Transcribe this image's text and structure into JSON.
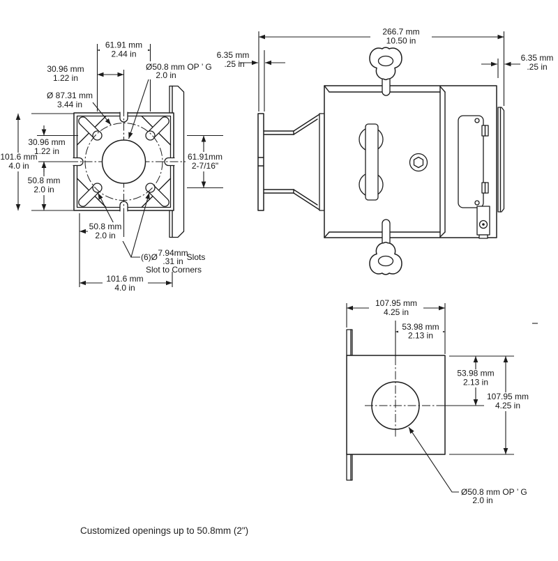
{
  "note": "Customized openings up to 50.8mm (2\")",
  "style": {
    "ink": "#1c1c1c",
    "paper": "#ffffff"
  },
  "front_view": {
    "top_span": {
      "mm": "61.91 mm",
      "in": "2.44 in"
    },
    "top_half": {
      "mm": "30.96 mm",
      "in": "1.22 in"
    },
    "bolt_circle": {
      "mm": "Ø 87.31 mm",
      "in": "3.44 in"
    },
    "opening": {
      "line1": "Ø50.8 mm OP ’ G",
      "line2": "2.0 in"
    },
    "height": {
      "mm": "101.6 mm",
      "in": "4.0 in"
    },
    "center_to_slot": {
      "mm": "30.96 mm",
      "in": "1.22 in"
    },
    "center_to_bottom": {
      "mm": "50.8 mm",
      "in": "2.0 in"
    },
    "right_span": {
      "mm": "61.91mm",
      "in": "2-7/16\""
    },
    "bottom_half": {
      "mm": "50.8 mm",
      "in": "2.0 in"
    },
    "width": {
      "mm": "101.6 mm",
      "in": "4.0 in"
    },
    "slots": {
      "qty": "(6)Ø",
      "mm": "7.94mm",
      "in": ".31 in",
      "word": "Slots",
      "note": "Slot to Corners"
    }
  },
  "side_view": {
    "overall": {
      "mm": "266.7 mm",
      "in": "10.50 in"
    },
    "flange_left": {
      "mm": "6.35 mm",
      "in": ".25 in"
    },
    "flange_right": {
      "mm": "6.35 mm",
      "in": ".25 in"
    }
  },
  "bottom_view": {
    "width": {
      "mm": "107.95 mm",
      "in": "4.25 in"
    },
    "half_width": {
      "mm": "53.98 mm",
      "in": "2.13 in"
    },
    "half_height": {
      "mm": "53.98 mm",
      "in": "2.13 in"
    },
    "height": {
      "mm": "107.95 mm",
      "in": "4.25 in"
    },
    "opening": {
      "line1": "Ø50.8 mm OP ’ G",
      "line2": "2.0 in"
    }
  }
}
